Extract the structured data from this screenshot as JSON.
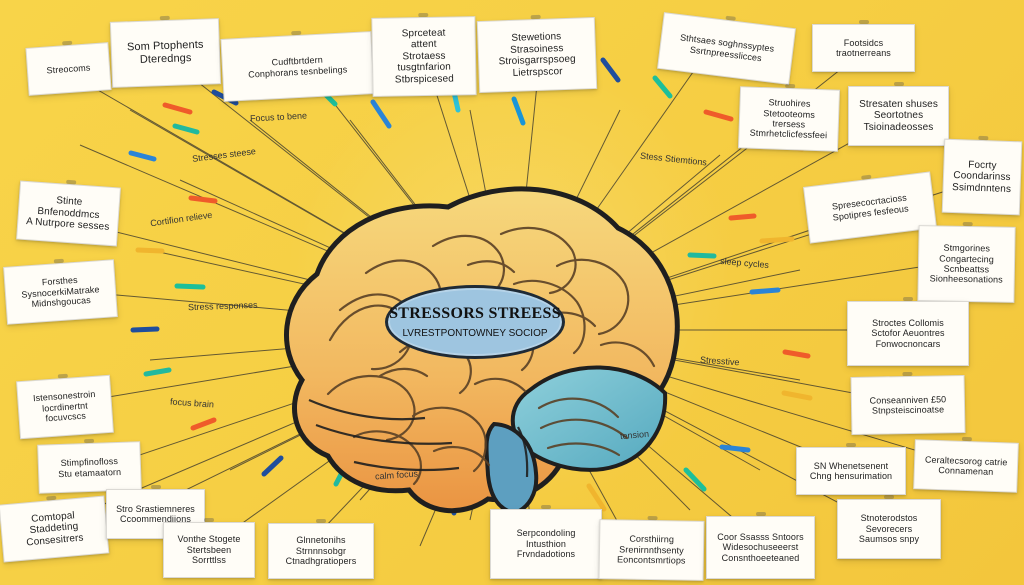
{
  "brain_center": {
    "title": "STRESSORS STREESS",
    "subtitle": "LVRESTPONTOWNEY SOCIOP"
  },
  "notes": [
    {
      "text": "Som Ptophents\nDteredngs"
    },
    {
      "text": "Streocoms"
    },
    {
      "text": "Cudftbrtdern\nConphorans tesnbelings"
    },
    {
      "text": "Sprceteat\nattent\nStrotaess tusgtnfarion\nStbrspicesed"
    },
    {
      "text": "Stewetions Strasoiness\nStroisgarrspsoeg\nLietrspscor"
    },
    {
      "text": "Sthtsaes soghnssyptes\nSsrtnpreesslicces"
    },
    {
      "text": "Footsidcs traotnerreans"
    },
    {
      "text": "Struohires\nStetooteoms trersess\nStmrhetclicfessfeei"
    },
    {
      "text": "Stresaten shuses\nSeortotnes\nTsioinadeosses"
    },
    {
      "text": "Focrty\nCoondarinss\nSsimdnntens"
    },
    {
      "text": "Spresecocrtacioss\nSpotipres fesfeous"
    },
    {
      "text": "Stinte Bnfenoddmcs\nA Nutrpore sesses"
    },
    {
      "text": "Stmgorines\nCongartecing\nScnbeattss\nSionheesonations"
    },
    {
      "text": "Forsthes\nSysnocerkiMatrake\nMidnshgoucas"
    },
    {
      "text": "Stroctes Collomis\nSctofor Aeuontres\nFonwocnoncars"
    },
    {
      "text": "Istensonestroin\nlocrdinertnt\nfocuvcscs"
    },
    {
      "text": "Conseanniven £50\nStnpsteiscinoatse"
    },
    {
      "text": "Stimpfinofloss\nStu etamaatorn"
    },
    {
      "text": "SN Whenetsenent\nChng hensurimation"
    },
    {
      "text": "Ceraltecsorog catrie\nConnamenan"
    },
    {
      "text": "Comtopal\nStaddeting\nConsesitrers"
    },
    {
      "text": "Stro Srastiemneres\nCcoommendiions"
    },
    {
      "text": "Vonthe Stogete\nStertsbeen\nSorrttlss"
    },
    {
      "text": "Glnnetonihs\nStrnnnsobgr\nCtnadhgratiopers"
    },
    {
      "text": "Serpcondoling\nIntusthion\nFrvndadotions"
    },
    {
      "text": "Corsthiirng\nSrenirnnthsenty\nEoncontsmrtiops"
    },
    {
      "text": "Coor Ssasss Sntoors\nWidesochuseeerst\nConsnthoeeteaned"
    },
    {
      "text": "Stnoterodstos\nSevorecers\nSaumsos snpy"
    }
  ],
  "handwriting": [
    {
      "text": "Stresses steese"
    },
    {
      "text": "Focus to bene"
    },
    {
      "text": "Stess Stiemtions"
    },
    {
      "text": "sleep cycles"
    },
    {
      "text": "Cortifion relieve"
    },
    {
      "text": "Stress responses"
    },
    {
      "text": "focus brain"
    },
    {
      "text": "tension"
    },
    {
      "text": "Stresstive"
    },
    {
      "text": "calm focus"
    }
  ]
}
